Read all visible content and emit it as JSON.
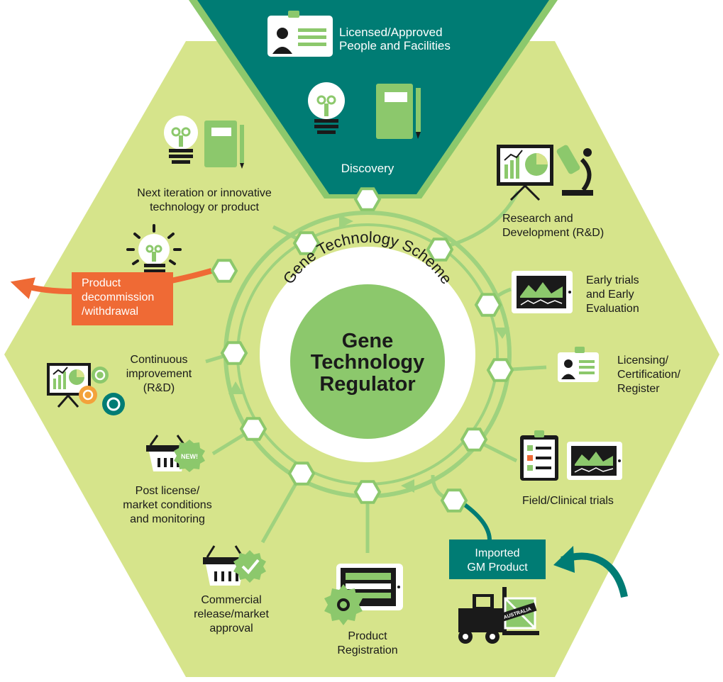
{
  "header": {
    "licensed_line1": "Licensed/Approved",
    "licensed_line2": "People and Facilities",
    "discovery": "Discovery"
  },
  "center": {
    "arc_label": "Gene Technology Scheme",
    "line1": "Gene",
    "line2": "Technology",
    "line3": "Regulator"
  },
  "stages": {
    "next_iteration": [
      "Next iteration or innovative",
      "technology or product"
    ],
    "research": [
      "Research and",
      "Development (R&D)"
    ],
    "early_trials": [
      "Early trials",
      "and Early",
      "Evaluation"
    ],
    "licensing": [
      "Licensing/",
      "Certification/",
      "Register"
    ],
    "field_trials": [
      "Field/Clinical trials"
    ],
    "imported": [
      "Imported",
      "GM Product"
    ],
    "product_registration": [
      "Product",
      "Registration"
    ],
    "commercial_release": [
      "Commercial",
      "release/market",
      "approval"
    ],
    "post_license": [
      "Post license/",
      "market conditions",
      "and monitoring"
    ],
    "continuous_improvement": [
      "Continuous",
      "improvement",
      "(R&D)"
    ],
    "decommission": [
      "Product",
      "decommission",
      "/withdrawal"
    ]
  },
  "badges": {
    "new": "NEW!",
    "australia": "AUSTRALIA"
  },
  "colors": {
    "hex_background": "#d6e48b",
    "teal": "#007c74",
    "light_green": "#8cc86c",
    "ring_green": "#9fd27e",
    "orange": "#ef6a35",
    "amber": "#f3a23b",
    "black": "#1a1a1a"
  }
}
